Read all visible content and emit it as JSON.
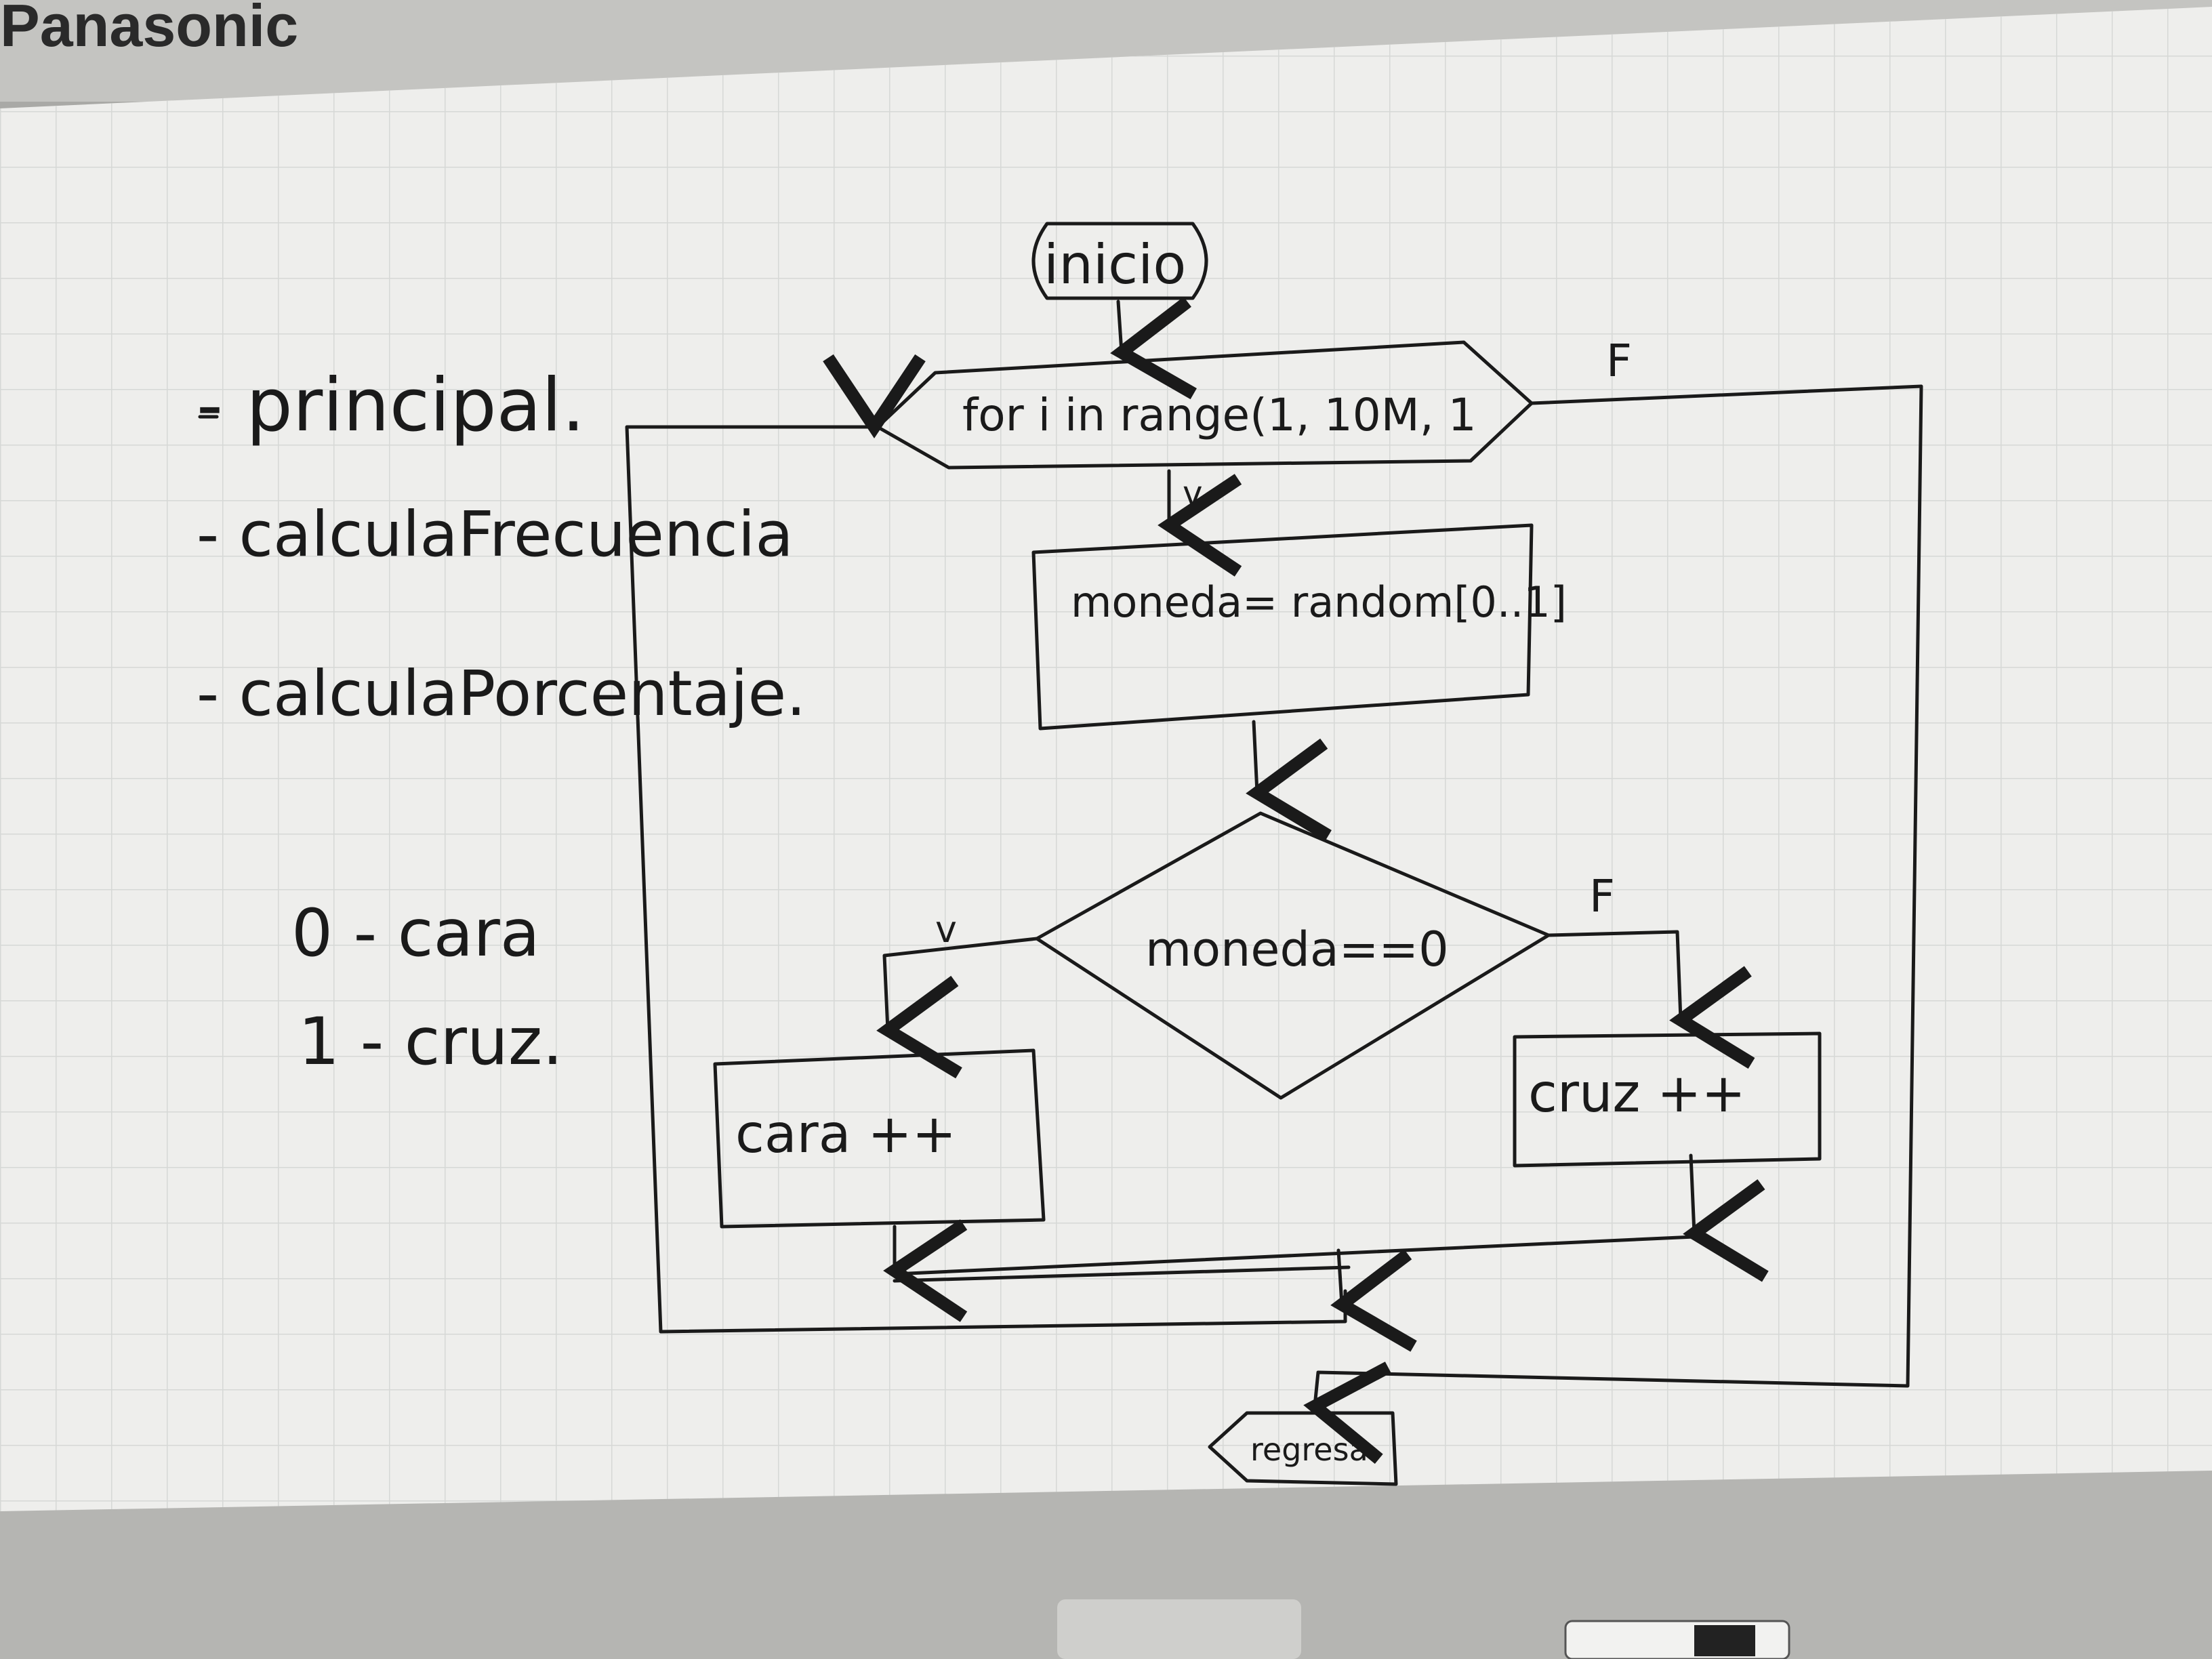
{
  "brand": "Panasonic",
  "notes": {
    "functions": [
      "- principal.",
      "- calculaFrecuencia",
      "- calculaPorcentaje."
    ],
    "legend": [
      "0 - cara",
      "1 - cruz."
    ]
  },
  "flowchart": {
    "start": "inicio",
    "loop": "for i in range(1, 10M, 1",
    "loop_true_label": "v",
    "loop_false_label": "F",
    "assign": "moneda= random[0..1]",
    "decision": "moneda==0",
    "decision_true_label": "v",
    "decision_false_label": "F",
    "true_action": "cara ++",
    "false_action": "cruz ++",
    "end": "regresa"
  },
  "colors": {
    "board": "#eeeeec",
    "grid": "#d6d8d6",
    "ink": "#1a1a1a",
    "frame": "#b8b8b5"
  }
}
